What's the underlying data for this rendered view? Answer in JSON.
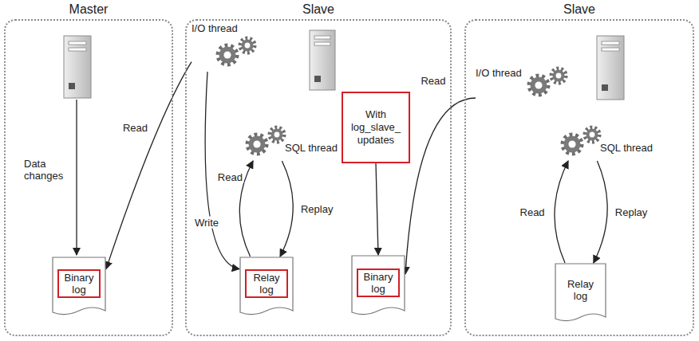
{
  "diagram": {
    "nodes": [
      {
        "text": [
          "Master"
        ]
      },
      {
        "text": [
          "Binary log"
        ],
        "in": 0
      },
      {
        "text": [
          "Slave"
        ]
      },
      {
        "text": [
          "I/O thread"
        ],
        "in": 2
      },
      {
        "text": [
          "SQL thread"
        ],
        "in": 2
      },
      {
        "text": [
          "Relay log"
        ],
        "in": 2
      },
      {
        "text": [
          "With log_slave_ updates"
        ],
        "in": 2
      },
      {
        "text": [
          "Binary log"
        ],
        "in": 2
      },
      {
        "text": [
          "Slave"
        ]
      },
      {
        "text": [
          "I/O thread"
        ],
        "in": 8
      },
      {
        "text": [
          "SQL thread"
        ],
        "in": 8
      },
      {
        "text": [
          "Relay log"
        ],
        "in": 8
      }
    ],
    "edges": [
      {
        "from": 3,
        "to": 1,
        "label": "Read",
        "arrow": "to"
      },
      {
        "from": 3,
        "to": 5,
        "label": "Write",
        "arrow": "to"
      },
      {
        "from": 5,
        "to": 4,
        "label": "Read",
        "arrow": "to"
      },
      {
        "from": 4,
        "to": 5,
        "label": "Replay",
        "arrow": "to"
      },
      {
        "from": 6,
        "to": 7,
        "arrow": "to"
      },
      {
        "from": 9,
        "to": 7,
        "label": "Read",
        "arrow": "to"
      },
      {
        "from": 11,
        "to": 10,
        "label": "Read",
        "arrow": "to"
      },
      {
        "from": 10,
        "to": 11,
        "label": "Replay",
        "arrow": "to"
      }
    ],
    "labels": [
      "Data changes"
    ]
  }
}
